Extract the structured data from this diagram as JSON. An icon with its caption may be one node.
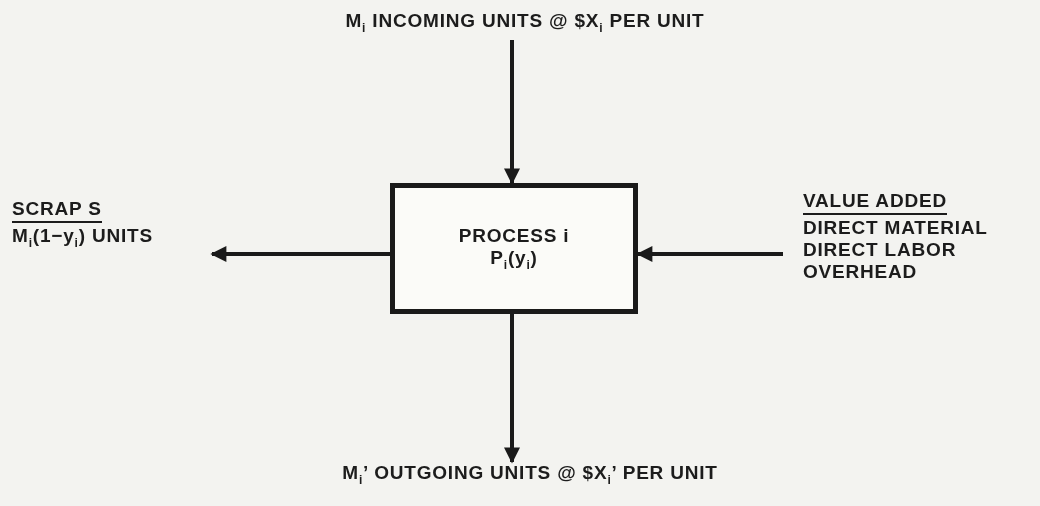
{
  "diagram": {
    "nodes": [
      {
        "text": [
          "PROCESS i",
          "P$_{i}$(y$_{i}$)"
        ]
      },
      {
        "text": [
          "M$_{i}$ INCOMING UNITS @ $X$_{i}$ PER UNIT"
        ]
      },
      {
        "text": [
          "SCRAP S",
          "M$_{i}$(1−y$_{i}$) UNITS"
        ]
      },
      {
        "text": [
          "VALUE ADDED",
          "DIRECT MATERIAL",
          "DIRECT LABOR",
          "OVERHEAD"
        ]
      },
      {
        "text": [
          "M$_{i}$’ OUTGOING UNITS @ $X$_{i}$’ PER UNIT"
        ]
      }
    ],
    "edges": [
      {
        "from": 1,
        "to": 0,
        "arrow": "to"
      },
      {
        "from": 0,
        "to": 2,
        "arrow": "to"
      },
      {
        "from": 3,
        "to": 0,
        "arrow": "to"
      },
      {
        "from": 0,
        "to": 4,
        "arrow": "to"
      }
    ]
  }
}
